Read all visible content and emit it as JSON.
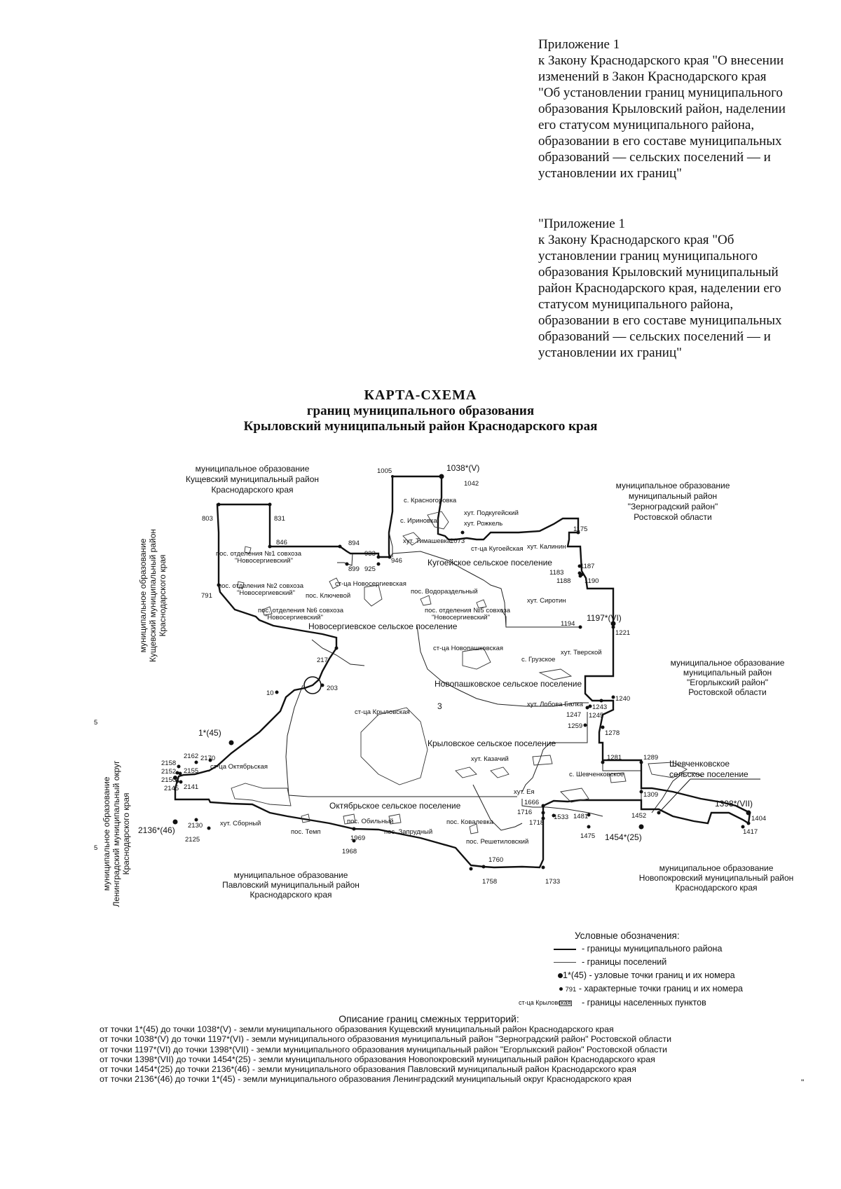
{
  "appendix": {
    "lines": [
      "Приложение 1",
      "к Закону Краснодарского края \"О внесении",
      "изменений в Закон Краснодарского края",
      "\"Об установлении границ муниципального",
      "образования Крыловский район, наделении",
      "его статусом муниципального района,",
      "образовании в его составе муниципальных",
      "образований — сельских поселений — и",
      "установлении их границ\""
    ]
  },
  "appendix_quoted": {
    "lines": [
      "\"Приложение 1",
      "к Закону Краснодарского края \"Об",
      "установлении границ муниципального",
      "образования Крыловский муниципальный",
      "район Краснодарского края, наделении его",
      "статусом муниципального района,",
      "образовании в его составе муниципальных",
      "образований — сельских поселений — и",
      "установлении их границ\""
    ]
  },
  "title": {
    "line1": "КАРТА-СХЕМА",
    "line2": "границ муниципального образования",
    "line3": "Крыловский муниципальный район Краснодарского края"
  },
  "map": {
    "neighbors": {
      "kushchevsky": [
        "муниципальное образование",
        "Кущевский муниципальный район",
        "Краснодарского края"
      ],
      "kushchevsky_vertical": [
        "муниципальное образование",
        "Кущевский муниципальный район",
        "Краснодарского края"
      ],
      "zernograd": [
        "муниципальное образование",
        "муниципальный район",
        "\"Зерноградский район\"",
        "Ростовской области"
      ],
      "egorlyk": [
        "муниципальное образование",
        "муниципальный район",
        "\"Егорлыкский район\"",
        "Ростовской области"
      ],
      "leningrad_vertical": [
        "муниципальное образование",
        "Ленинградский муниципальный округ",
        "Краснодарского края"
      ],
      "pavlovsky": [
        "муниципальное образование",
        "Павловский муниципальный район",
        "Краснодарского края"
      ],
      "novopokrovsky": [
        "муниципальное образование",
        "Новопокровский муниципальный район",
        "Краснодарского края"
      ]
    },
    "settlements": {
      "kugoey": "Кугоейское сельское поселение",
      "novosergievskoe": "Новосергиевское сельское поселение",
      "novopashkovskoe": "Новопашковское сельское поселение",
      "krylovskoe": "Крыловское сельское поселение",
      "oktyabrskoe": "Октябрьское сельское поселение",
      "shevchenkovskoe_1": "Шевченковское",
      "shevchenkovskoe_2": "сельское поселение"
    },
    "places": {
      "krasnogorovka": "с. Красногоровка",
      "irinovka": "с. Ириновка",
      "podkugeysky": "хут. Подкугейский",
      "rozhkel": "хут. Рожкель",
      "timashevka": "хут. Тимашевка",
      "kugoeyskaya": "ст-ца Кугоейская",
      "kalinin": "хут. Калинин",
      "sirotin": "хут. Сиротин",
      "otd1_a": "пос. отделения №1 совхоза",
      "otd1_b": "\"Новосергиевский\"",
      "otd2_a": "пос. отделения №2 совхоза",
      "otd2_b": "\"Новосергиевский\"",
      "novosergievskaya": "ст-ца Новосергиевская",
      "klyuchevoy": "пос. Ключевой",
      "vodorazdelny": "пос. Водораздельный",
      "otd6_a": "пос. отделения №6 совхоза",
      "otd6_b": "\"Новосергиевский\"",
      "otd5_a": "пос. отделения №5 совхоза",
      "otd5_b": "\"Новосергиевский\"",
      "novopashkovskaya": "ст-ца Новопашковская",
      "gruzskoe": "с. Грузское",
      "tverskoy": "хут. Тверской",
      "lobova_balka": "хут. Лобова Балка",
      "krylovskaya": "ст-ца Крыловская",
      "kazachiy": "хут. Казачий",
      "shevchenkovskoe": "с. Шевченковское",
      "oktyabrskaya": "ст-ца Октябрьская",
      "eya": "хут. Ея",
      "sborny": "хут. Сборный",
      "temp": "пос. Темп",
      "obilny": "пос. Обильный",
      "zaprudny": "пос. Запрудный",
      "kovalevka": "пос. Ковалевка",
      "reshetilovsky": "пос. Решетиловский"
    },
    "points": {
      "p1005": "1005",
      "p1038": "1038*(V)",
      "p1042": "1042",
      "p803": "803",
      "p831": "831",
      "p846": "846",
      "p894": "894",
      "p933": "933",
      "p946": "946",
      "p899": "899",
      "p925": "925",
      "p1073": "1073",
      "p1175": "1175",
      "p1187": "1187",
      "p1183": "1183",
      "p1188": "1188",
      "p1190": "1190",
      "p791": "791",
      "p1194": "1194",
      "p1197": "1197*(VI)",
      "p1221": "1221",
      "p217": "217",
      "p203": "203",
      "p10": "10",
      "p3": "3",
      "p1240": "1240",
      "p1243": "1243",
      "p1247": "1247",
      "p1245": "1245",
      "p1259": "1259",
      "p1278": "1278",
      "p1": "1*(45)",
      "p2170": "2170",
      "p2162": "2162",
      "p2158": "2158",
      "p2152": "2152",
      "p2155": "2155",
      "p2150": "2150",
      "p2145": "2145",
      "p2141": "2141",
      "p1281": "1281",
      "p1289": "1289",
      "p1309": "1309",
      "p1398": "1398*(VII)",
      "p1404": "1404",
      "p1417": "1417",
      "p1452": "1452",
      "p1666": "1666",
      "p1716": "1716",
      "p1718": "1718",
      "p1533": "1533",
      "p1481": "1481",
      "p1475": "1475",
      "p1454": "1454*(25)",
      "p2136": "2136*(46)",
      "p2130": "2130",
      "p2125": "2125",
      "p1969": "1969",
      "p1968": "1968",
      "p1760": "1760",
      "p1758": "1758",
      "p1733": "1733",
      "s5a": "5",
      "s5b": "5"
    }
  },
  "legend": {
    "title": "Условные обозначения:",
    "items": [
      "- границы муниципального района",
      "- границы поселений",
      "- узловые точки границ   и их номера",
      "- характерные точки границ   и их номера",
      "- границы населенных пунктов"
    ],
    "node_sample": "1*(45)",
    "char_sample": "791",
    "settlement_sample": "ст-ца Крыловская"
  },
  "description": {
    "title": "Описание границ смежных территорий:",
    "rows": [
      "от точки 1*(45) до точки 1038*(V) - земли муниципального образования Кущевский муниципальный район Краснодарского края",
      "от точки 1038*(V) до точки 1197*(VI) - земли муниципального образования муниципальный район \"Зерноградский район\" Ростовской области",
      "от точки 1197*(VI) до точки 1398*(VII) - земли муниципального образования муниципальный район \"Егорлыкский район\" Ростовской области",
      "от точки 1398*(VII) до точки 1454*(25) - земли муниципального образования Новопокровский муниципальный район Краснодарского края",
      "от точки 1454*(25) до точки 2136*(46) - земли муниципального образования Павловский муниципальный район Краснодарского края",
      "от точки 2136*(46) до точки 1*(45) - земли муниципального образования Ленинградский муниципальный округ Краснодарского края"
    ],
    "closing_quote": "\""
  }
}
